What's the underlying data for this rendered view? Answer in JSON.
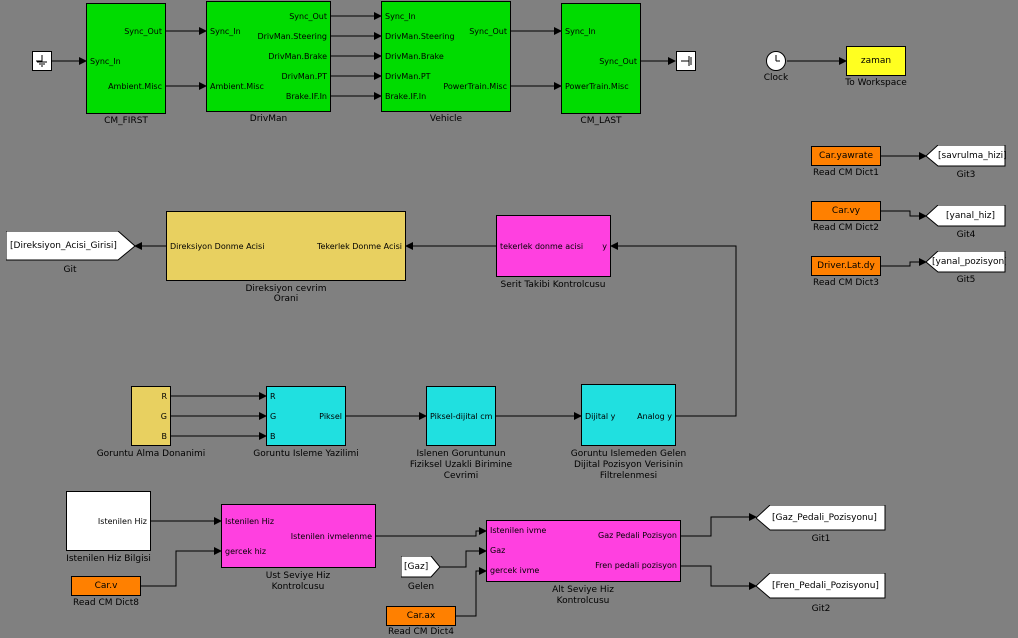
{
  "cm_first": {
    "label": "CM_FIRST",
    "in1": "Sync_In",
    "out1": "Sync_Out",
    "out2": "Ambient.Misc"
  },
  "drivman": {
    "label": "DrivMan",
    "in1": "Sync_In",
    "in2": "Ambient.Misc",
    "out1": "Sync_Out",
    "out2": "DrivMan.Steering",
    "out3": "DrivMan.Brake",
    "out4": "DrivMan.PT",
    "out5": "Brake.IF.In"
  },
  "vehicle": {
    "label": "Vehicle",
    "in1": "Sync_In",
    "in2": "DrivMan.Steering",
    "in3": "DrivMan.Brake",
    "in4": "DrivMan.PT",
    "in5": "Brake.IF.In",
    "out1": "Sync_Out",
    "out2": "PowerTrain.Misc"
  },
  "cm_last": {
    "label": "CM_LAST",
    "in1": "Sync_In",
    "in2": "PowerTrain.Misc",
    "out1": "Sync_Out"
  },
  "clock": {
    "label": "Clock"
  },
  "to_workspace": {
    "value": "zaman",
    "label": "To Workspace"
  },
  "read_dicts": [
    {
      "value": "Car.yawrate",
      "label": "Read CM Dict1"
    },
    {
      "value": "Car.vy",
      "label": "Read CM Dict2"
    },
    {
      "value": "Driver.Lat.dy",
      "label": "Read CM Dict3"
    },
    {
      "value": "Car.v",
      "label": "Read CM Dict8"
    },
    {
      "value": "Car.ax",
      "label": "Read CM Dict4"
    }
  ],
  "gotos": [
    {
      "value": "[savrulma_hizi]",
      "label": "Git3"
    },
    {
      "value": "[yanal_hiz]",
      "label": "Git4"
    },
    {
      "value": "[yanal_pozisyon]",
      "label": "Git5"
    },
    {
      "value": "[Direksiyon_Acisi_Girisi]",
      "label": "Git"
    },
    {
      "value": "[Gaz_Pedali_Pozisyonu]",
      "label": "Git1"
    },
    {
      "value": "[Fren_Pedali_Pozisyonu]",
      "label": "Git2"
    }
  ],
  "direksiyon": {
    "in": "Direksiyon Donme Acisi",
    "out": "Tekerlek Donme Acisi",
    "label1": "Direksiyon cevrim",
    "label2": "Orani"
  },
  "serit": {
    "in": "tekerlek donme acisi",
    "out": "y",
    "label": "Serit Takibi Kontrolcusu"
  },
  "goruntu_alma": {
    "r": "R",
    "g": "G",
    "b": "B",
    "label": "Goruntu Alma Donanimi"
  },
  "goruntu_isleme": {
    "r": "R",
    "g": "G",
    "b": "B",
    "out": "Piksel",
    "label": "Goruntu Isleme Yazilimi"
  },
  "piksel": {
    "in": "Piksel-dijital cm",
    "label1": "Islenen Goruntunun",
    "label2": "Fiziksel Uzakli Birimine",
    "label3": "Cevrimi"
  },
  "filtre": {
    "in": "Dijital y",
    "out": "Analog y",
    "label1": "Goruntu Islemeden Gelen",
    "label2": "Dijital Pozisyon Verisinin",
    "label3": "Filtrelenmesi"
  },
  "istenen_hiz": {
    "value": "Istenilen Hiz",
    "label": "Istenilen Hiz Bilgisi"
  },
  "ust": {
    "in1": "Istenilen Hiz",
    "in2": "gercek hiz",
    "out": "Istenilen ivmelenme",
    "label1": "Ust Seviye Hiz",
    "label2": "Kontrolcusu"
  },
  "gaz_from": {
    "value": "[Gaz]",
    "label": "Gelen"
  },
  "alt": {
    "in1": "Istenilen ivme",
    "in2": "Gaz",
    "in3": "gercek ivme",
    "out1": "Gaz Pedali Pozisyon",
    "out2": "Fren pedali pozisyon",
    "label1": "Alt Seviye Hiz",
    "label2": "Kontrolcusu"
  }
}
